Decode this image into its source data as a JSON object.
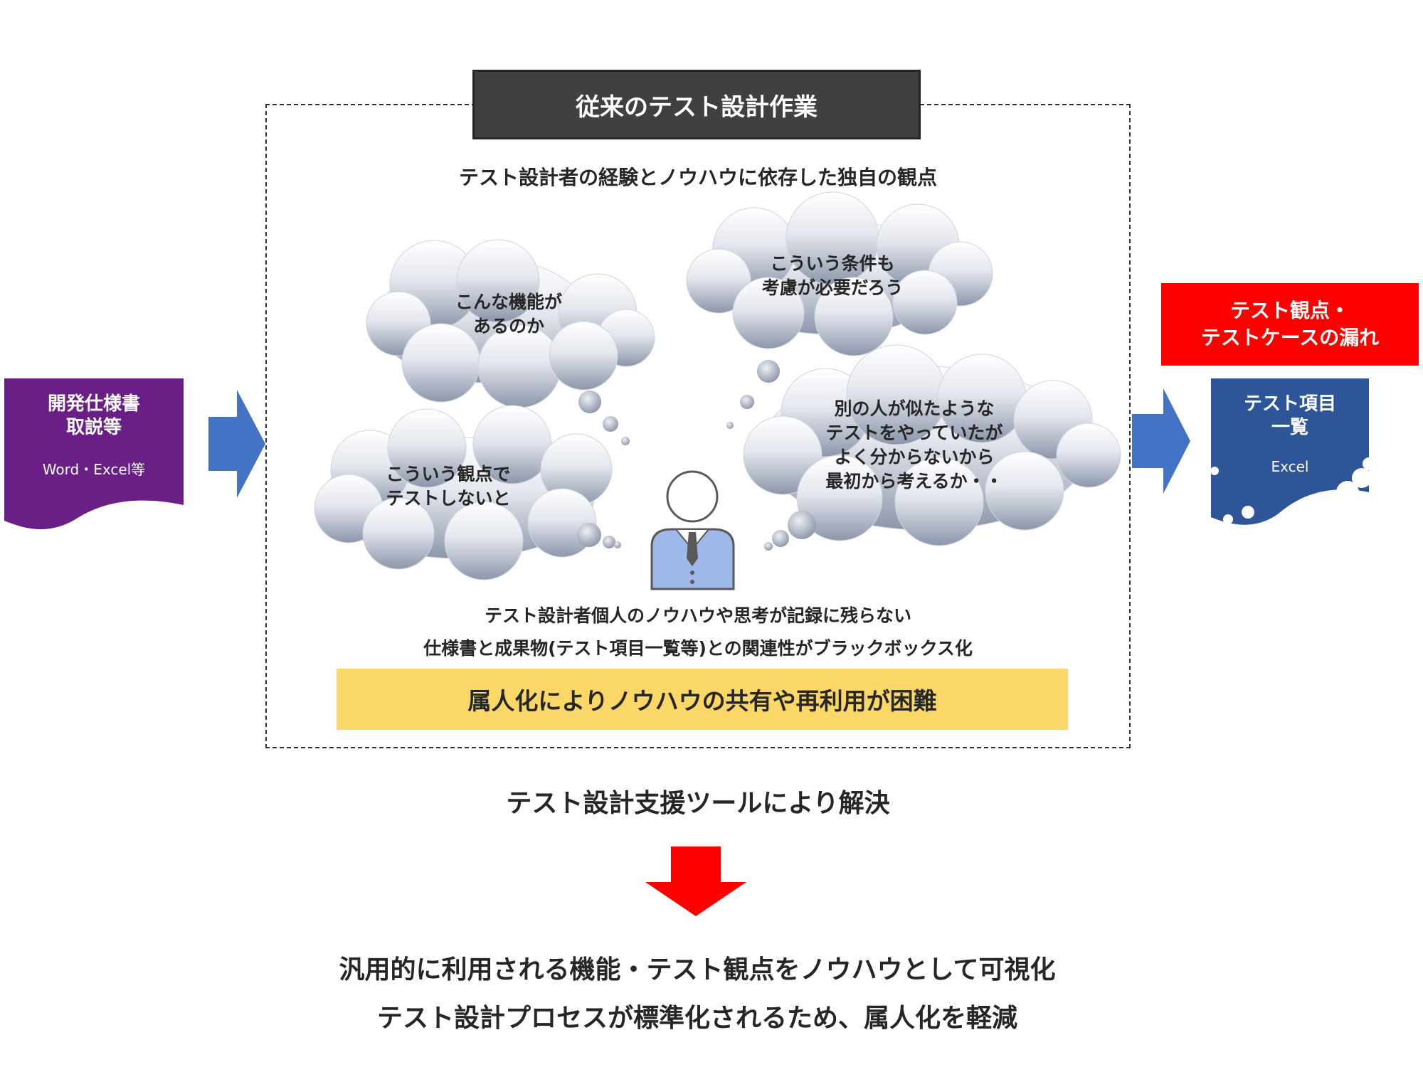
{
  "title": "従来のテスト設計作業",
  "subtitle": "テスト設計者の経験とノウハウに依存した独自の観点",
  "input_doc": {
    "title_lines": [
      "開発仕様書",
      "取説等"
    ],
    "sub": "Word・Excel等",
    "color": "#6a1f86"
  },
  "output_doc": {
    "title_lines": [
      "テスト項目",
      "一覧"
    ],
    "sub": "Excel",
    "color": "#2e5597"
  },
  "warning": {
    "lines": [
      "テスト観点・",
      "テストケースの漏れ"
    ],
    "color": "#ff0000"
  },
  "clouds": [
    {
      "lines": [
        "こんな機能が",
        "あるのか"
      ]
    },
    {
      "lines": [
        "こういう条件も",
        "考慮が必要だろう"
      ]
    },
    {
      "lines": [
        "こういう観点で",
        "テストしないと"
      ]
    },
    {
      "lines": [
        "別の人が似たような",
        "テストをやっていたが",
        "よく分からないから",
        "最初から考えるか・・"
      ]
    }
  ],
  "issues": [
    "テスト設計者個人のノウハウや思考が記録に残らない",
    "仕様書と成果物(テスト項目一覧等)との関連性がブラックボックス化"
  ],
  "highlight": "属人化によりノウハウの共有や再利用が困難",
  "solution": "テスト設計支援ツールにより解決",
  "conclusions": [
    "汎用的に利用される機能・テスト観点をノウハウとして可視化",
    "テスト設計プロセスが標準化されるため、属人化を軽減"
  ],
  "colors": {
    "arrow_blue": "#4472c4",
    "arrow_red": "#ff0000",
    "highlight_yellow": "#fad766",
    "title_box": "#404040",
    "person_shirt": "#9fb8ea"
  }
}
